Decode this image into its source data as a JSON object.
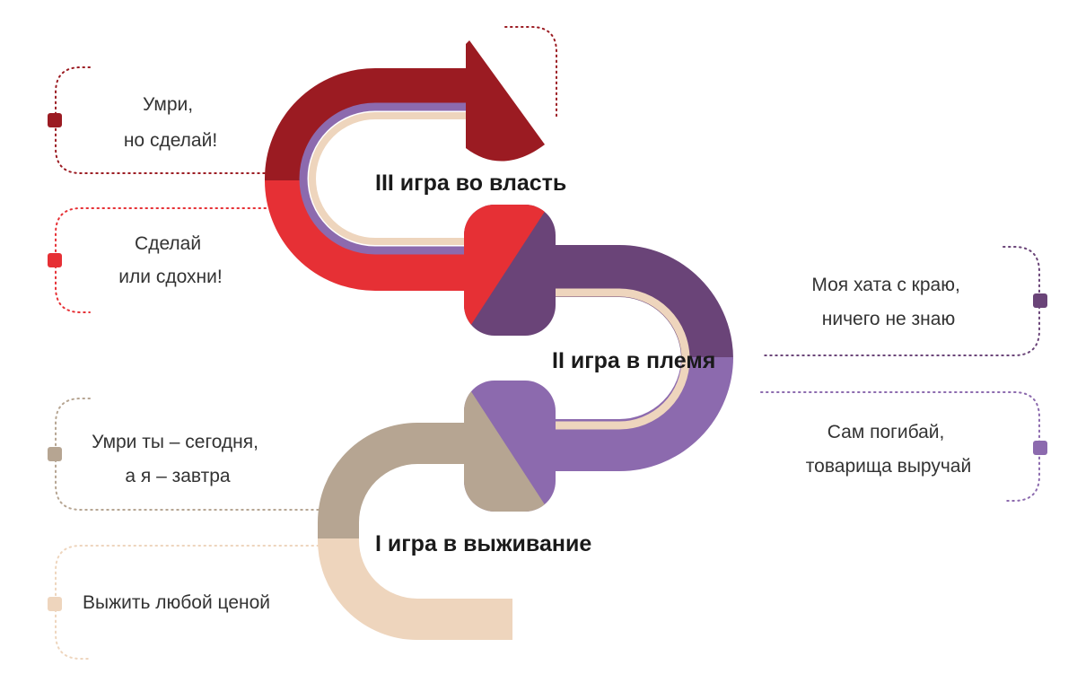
{
  "stages": [
    {
      "id": "stage-1",
      "label": "I игра в выживание"
    },
    {
      "id": "stage-2",
      "label": "II игра в племя"
    },
    {
      "id": "stage-3",
      "label": "III игра во власть"
    }
  ],
  "quotes": [
    {
      "id": "quote-1",
      "lines": [
        "Умри,",
        "но сделай!"
      ],
      "color": "#9b1b22"
    },
    {
      "id": "quote-2",
      "lines": [
        "Сделай",
        "или сдохни!"
      ],
      "color": "#e63035"
    },
    {
      "id": "quote-3",
      "lines": [
        "Моя хата с краю,",
        "ничего не знаю"
      ],
      "color": "#6a4478"
    },
    {
      "id": "quote-4",
      "lines": [
        "Сам погибай,",
        "товарища выручай"
      ],
      "color": "#8c6aae"
    },
    {
      "id": "quote-5",
      "lines": [
        "Умри ты – сегодня,",
        "а я – завтра"
      ],
      "color": "#b6a592"
    },
    {
      "id": "quote-6",
      "lines": [
        "Выжить любой ценой"
      ],
      "color": "#eed5bd"
    }
  ],
  "colors": {
    "dark_red": "#9b1b22",
    "red": "#e63035",
    "dark_purple": "#6a4478",
    "purple": "#8c6aae",
    "taupe": "#b6a592",
    "beige": "#eed5bd",
    "inner_purple": "#8c6aae",
    "inner_beige": "#eed5bd"
  }
}
